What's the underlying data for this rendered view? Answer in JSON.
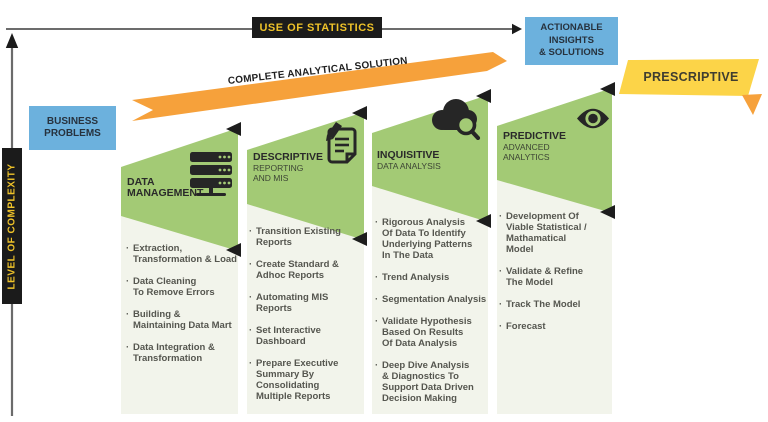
{
  "axis": {
    "y_label": "LEVEL OF COMPLEXITY",
    "x_label": "USE OF STATISTICS"
  },
  "ribbons": {
    "solution": "COMPLETE ANALYTICAL SOLUTION",
    "prescriptive": "PRESCRIPTIVE"
  },
  "boxes": {
    "start": "BUSINESS\nPROBLEMS",
    "end": "ACTIONABLE\nINSIGHTS\n& SOLUTIONS"
  },
  "stages": [
    {
      "title": "DATA\nMANAGEMENT",
      "subtitle": "",
      "icon": "server-stack",
      "items": [
        "Extraction,\nTransformation & Load",
        "Data Cleaning\nTo Remove Errors",
        "Building &\nMaintaining Data Mart",
        "Data Integration &\nTransformation"
      ]
    },
    {
      "title": "DESCRIPTIVE",
      "subtitle": "REPORTING\nAND MIS",
      "icon": "document-pen",
      "items": [
        "Transition Existing\nReports",
        "Create Standard &\nAdhoc Reports",
        "Automating MIS\nReports",
        "Set Interactive\nDashboard",
        "Prepare Executive\nSummary By\nConsolidating\nMultiple Reports"
      ]
    },
    {
      "title": "INQUISITIVE",
      "subtitle": "DATA ANALYSIS",
      "icon": "cloud-search",
      "items": [
        "Rigorous Analysis\nOf Data To Identify\nUnderlying Patterns\nIn The Data",
        "Trend Analysis",
        "Segmentation Analysis",
        "Validate Hypothesis\nBased On Results\nOf Data Analysis",
        "Deep Dive Analysis\n& Diagnostics To\nSupport Data Driven\nDecision Making"
      ]
    },
    {
      "title": "PREDICTIVE",
      "subtitle": "ADVANCED\nANALYTICS",
      "icon": "eye",
      "items": [
        "Development Of\nViable Statistical /\nMathamatical\nModel",
        "Validate & Refine\nThe Model",
        "Track The Model",
        "Forecast"
      ]
    }
  ],
  "colors": {
    "green": "#a3ca75",
    "column_bg": "#f2f4eb",
    "blue": "#6cb1dd",
    "orange": "#f6a13b",
    "yellow": "#fcd448",
    "badge_bg": "#1b1b1b",
    "badge_text": "#eec229",
    "icon_dark": "#262626"
  }
}
